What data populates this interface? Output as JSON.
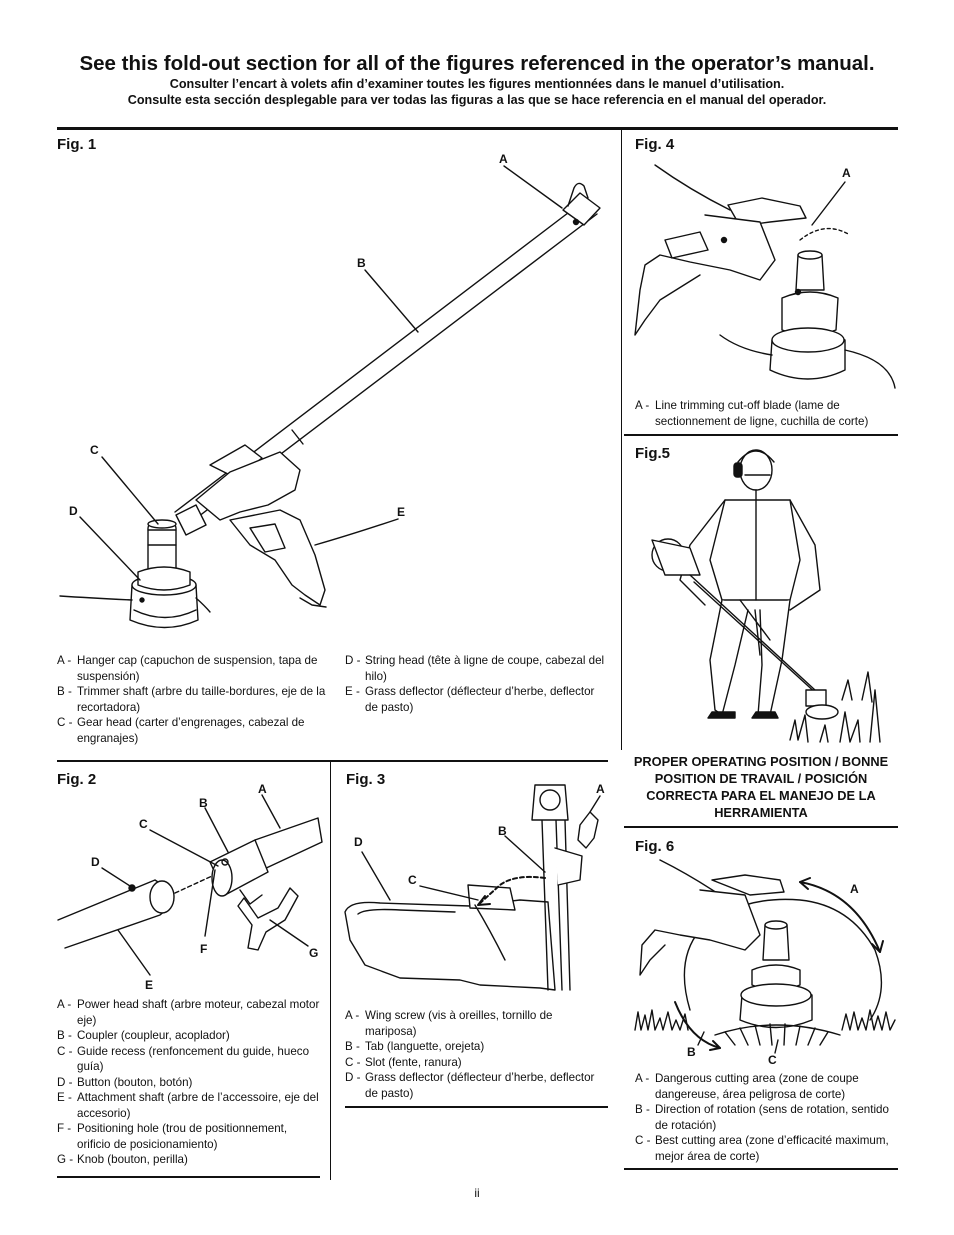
{
  "header": {
    "title": "See this fold-out section for all of the figures referenced in the operator’s manual.",
    "subtitle_fr": "Consulter l’encart à volets afin d’examiner toutes les figures mentionnées dans le manuel d’utilisation.",
    "subtitle_es": "Consulte esta sección desplegable para ver todas las figuras a las que se hace referencia en el manual del operador."
  },
  "fig1": {
    "title": "Fig. 1",
    "labels": {
      "a": "A",
      "b": "B",
      "c": "C",
      "d": "D",
      "e": "E"
    },
    "legend_left": [
      {
        "key": "A -",
        "text": "Hanger cap (capuchon de suspension, tapa de suspensión)"
      },
      {
        "key": "B -",
        "text": "Trimmer shaft (arbre du taille-bordures, eje de la recortadora)"
      },
      {
        "key": "C -",
        "text": "Gear head (carter d’engrenages, cabezal de engranajes)"
      }
    ],
    "legend_right": [
      {
        "key": "D -",
        "text": "String head (tête à ligne de coupe, cabezal del hilo)"
      },
      {
        "key": "E -",
        "text": "Grass deflector (déflecteur d’herbe, deflector de pasto)"
      }
    ]
  },
  "fig2": {
    "title": "Fig. 2",
    "labels": {
      "a": "A",
      "b": "B",
      "c": "C",
      "d": "D",
      "e": "E",
      "f": "F",
      "g": "G"
    },
    "legend": [
      {
        "key": "A -",
        "text": "Power head shaft (arbre moteur, cabezal motor eje)"
      },
      {
        "key": "B -",
        "text": "Coupler (coupleur, acoplador)"
      },
      {
        "key": "C -",
        "text": "Guide recess (renfoncement du guide, hueco guía)"
      },
      {
        "key": "D -",
        "text": "Button (bouton, botón)"
      },
      {
        "key": "E -",
        "text": "Attachment shaft (arbre de l’accessoire, eje del accesorio)"
      },
      {
        "key": "F -",
        "text": "Positioning hole (trou de positionnement, orificio de posicionamiento)"
      },
      {
        "key": "G -",
        "text": "Knob (bouton, perilla)"
      }
    ]
  },
  "fig3": {
    "title": "Fig. 3",
    "labels": {
      "a": "A",
      "b": "B",
      "c": "C",
      "d": "D"
    },
    "legend": [
      {
        "key": "A -",
        "text": "Wing screw (vis à oreilles, tornillo de mariposa)"
      },
      {
        "key": "B -",
        "text": "Tab (languette, orejeta)"
      },
      {
        "key": "C -",
        "text": "Slot (fente, ranura)"
      },
      {
        "key": "D -",
        "text": "Grass deflector (déflecteur d’herbe, deflector  de pasto)"
      }
    ]
  },
  "fig4": {
    "title": "Fig. 4",
    "labels": {
      "a": "A"
    },
    "legend": [
      {
        "key": "A -",
        "text": "Line trimming  cut-off blade (lame de sectionnement de ligne, cuchilla de corte)"
      }
    ]
  },
  "fig5": {
    "title": "Fig.5",
    "caption": "PROPER OPERATING POSITION / BONNE POSITION DE TRAVAIL / POSICIÓN CORRECTA PARA EL MANEJO DE LA HERRAMIENTA"
  },
  "fig6": {
    "title": "Fig. 6",
    "labels": {
      "a": "A",
      "b": "B",
      "c": "C"
    },
    "legend": [
      {
        "key": "A -",
        "text": "Dangerous cutting area (zone de coupe dangereuse, área peligrosa de corte)"
      },
      {
        "key": "B -",
        "text": "Direction of rotation (sens de rotation, sentido de rotación)"
      },
      {
        "key": "C -",
        "text": "Best cutting area (zone d’efficacité maximum, mejor área de corte)"
      }
    ]
  },
  "page": {
    "number": "ii"
  }
}
